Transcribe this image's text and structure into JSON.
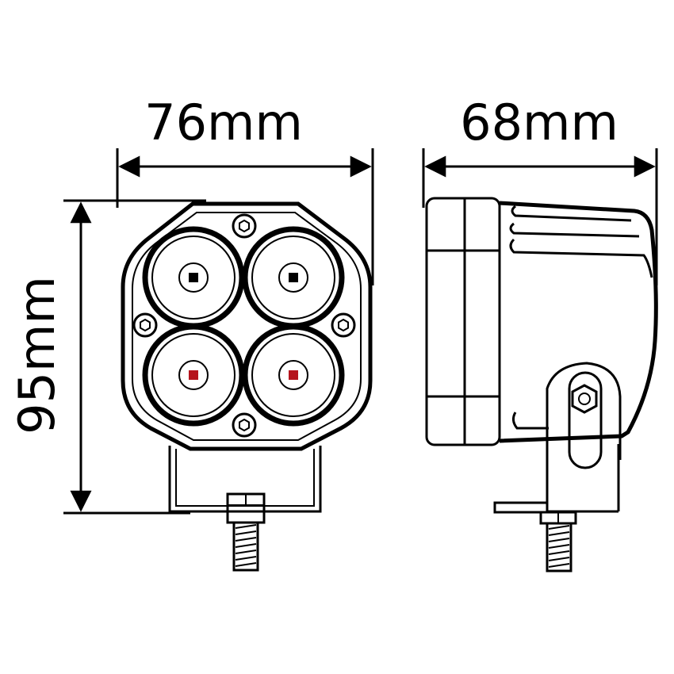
{
  "dimensions": {
    "front_width": "76mm",
    "side_depth": "68mm",
    "height": "95mm"
  },
  "colors": {
    "line": "#000000",
    "led_chip": "#b5141d",
    "background": "#ffffff"
  }
}
